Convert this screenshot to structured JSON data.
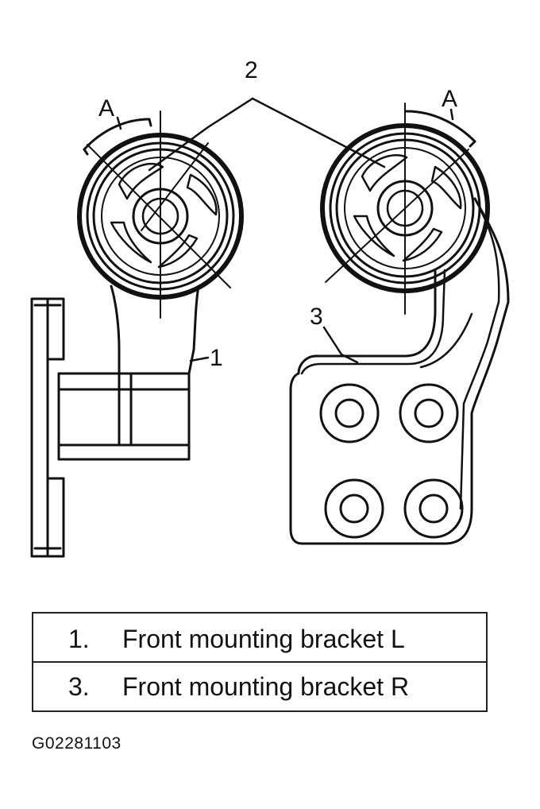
{
  "callouts": {
    "two": "2",
    "a_left": "A",
    "a_right": "A",
    "three": "3",
    "one": "1"
  },
  "legend": [
    {
      "num": "1.",
      "text": "Front mounting bracket L"
    },
    {
      "num": "3.",
      "text": "Front mounting bracket R"
    }
  ],
  "figure_code": "G02281103"
}
